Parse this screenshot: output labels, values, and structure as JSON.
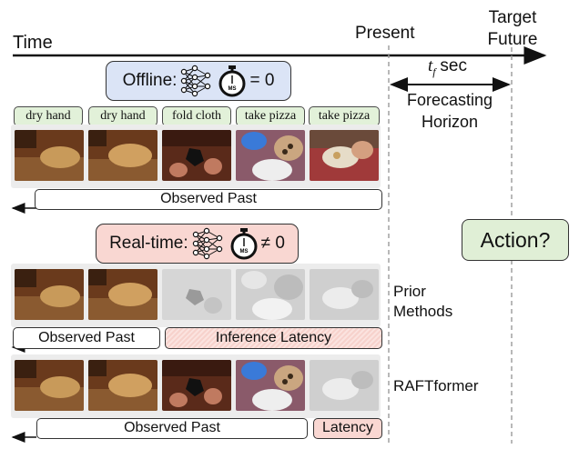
{
  "timeline": {
    "time_label": "Time",
    "present_label": "Present",
    "target_label_line1": "Target",
    "target_label_line2": "Future",
    "horizon_symbol": "t",
    "horizon_subscript": "f",
    "horizon_unit": "sec",
    "forecast_line1": "Forecasting",
    "forecast_line2": "Horizon"
  },
  "offline": {
    "label": "Offline:",
    "equation": "= 0",
    "action_tags": [
      "dry hand",
      "dry hand",
      "fold cloth",
      "take pizza",
      "take pizza"
    ],
    "bar_label": "Observed Past"
  },
  "realtime": {
    "label": "Real-time:",
    "equation": "≠ 0",
    "prior": {
      "method_line1": "Prior",
      "method_line2": "Methods",
      "observed_label": "Observed Past",
      "latency_label": "Inference Latency"
    },
    "raft": {
      "method_label": "RAFTformer",
      "observed_label": "Observed Past",
      "latency_label": "Latency"
    }
  },
  "stopwatch_text": "MS",
  "action_query": "Action?",
  "colors": {
    "offline_bg": "#dbe4f6",
    "realtime_bg": "#f9d7d2",
    "tag_bg": "#e2f1d9",
    "action_bg": "#e0efd6"
  },
  "icons": [
    "neural-network-icon",
    "stopwatch-icon"
  ]
}
